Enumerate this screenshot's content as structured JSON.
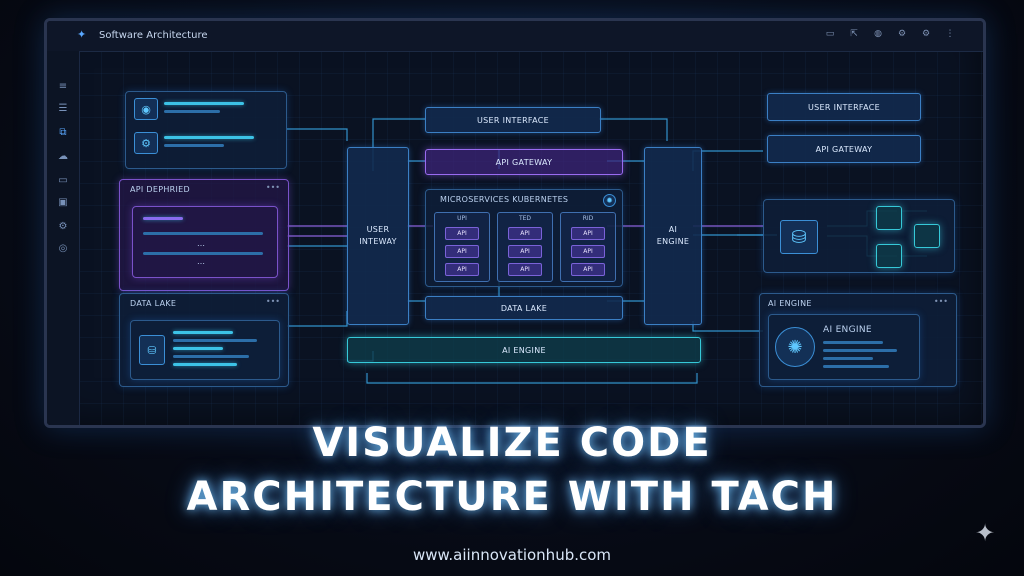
{
  "window": {
    "title": "Software Architecture"
  },
  "left_panels": {
    "api_panel_title": "API DEPHRIED",
    "data_lake_title": "DATA LAKE",
    "rows": [
      "…",
      "…",
      "…",
      "…"
    ]
  },
  "center": {
    "user_interface": "USER INTERFACE",
    "api_gateway": "API GATEWAY",
    "user_inteway": "USER\nINTEWAY",
    "microservices": "MICROSERVICES KUBERNETES",
    "col_heads": [
      "UPI",
      "TED",
      "RID"
    ],
    "api_label": "API",
    "ai_engine_side": "AI\nENGINE",
    "data_lake": "DATA LAKE",
    "ai_engine_bottom": "AI ENGINE"
  },
  "right_panels": {
    "user_interface": "USER INTERFACE",
    "api_gateway": "API GATEWAY",
    "ai_engine_small": "AI ENGINE",
    "ai_engine_card": "AI ENGINE"
  },
  "headline": {
    "line1": "VISUALIZE CODE",
    "line2": "ARCHITECTURE WITH TACH"
  },
  "footer": {
    "url": "www.aiinnovationhub.com"
  },
  "colors": {
    "accent_blue": "#3cc2e6",
    "accent_purple": "#8a6bf0",
    "bg": "#070b16"
  },
  "icons": [
    "app-logo-icon",
    "user-icon",
    "gear-icon",
    "database-icon",
    "brain-icon",
    "kubernetes-icon",
    "sparkle-icon"
  ]
}
